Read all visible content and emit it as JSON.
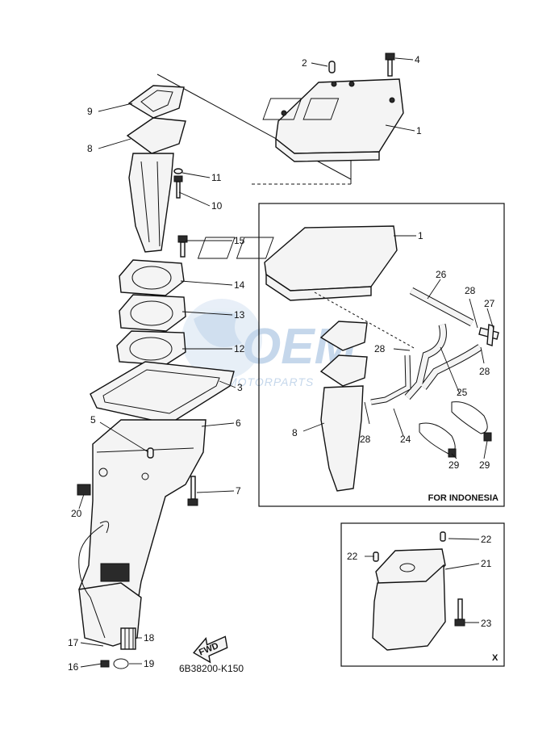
{
  "callouts": [
    "1",
    "2",
    "3",
    "4",
    "5",
    "6",
    "7",
    "8",
    "9",
    "10",
    "11",
    "12",
    "13",
    "14",
    "15",
    "16",
    "17",
    "18",
    "19",
    "20",
    "21",
    "22",
    "23",
    "24",
    "25",
    "26",
    "27",
    "28",
    "29"
  ],
  "inset_main": {
    "caption": "FOR INDONESIA",
    "labels": {
      "1": "1",
      "8": "8",
      "24": "24",
      "25": "25",
      "26": "26",
      "27": "27",
      "28": "28",
      "29": "29"
    }
  },
  "inset_x": {
    "caption": "X",
    "labels": {
      "21": "21",
      "22": "22",
      "23": "23"
    }
  },
  "fwd_arrow": "FWD",
  "part_code": "6B38200-K150",
  "watermark": {
    "logo_text": "OEM",
    "sub_text": "MOTORPARTS",
    "color": "#5b8fc7"
  }
}
